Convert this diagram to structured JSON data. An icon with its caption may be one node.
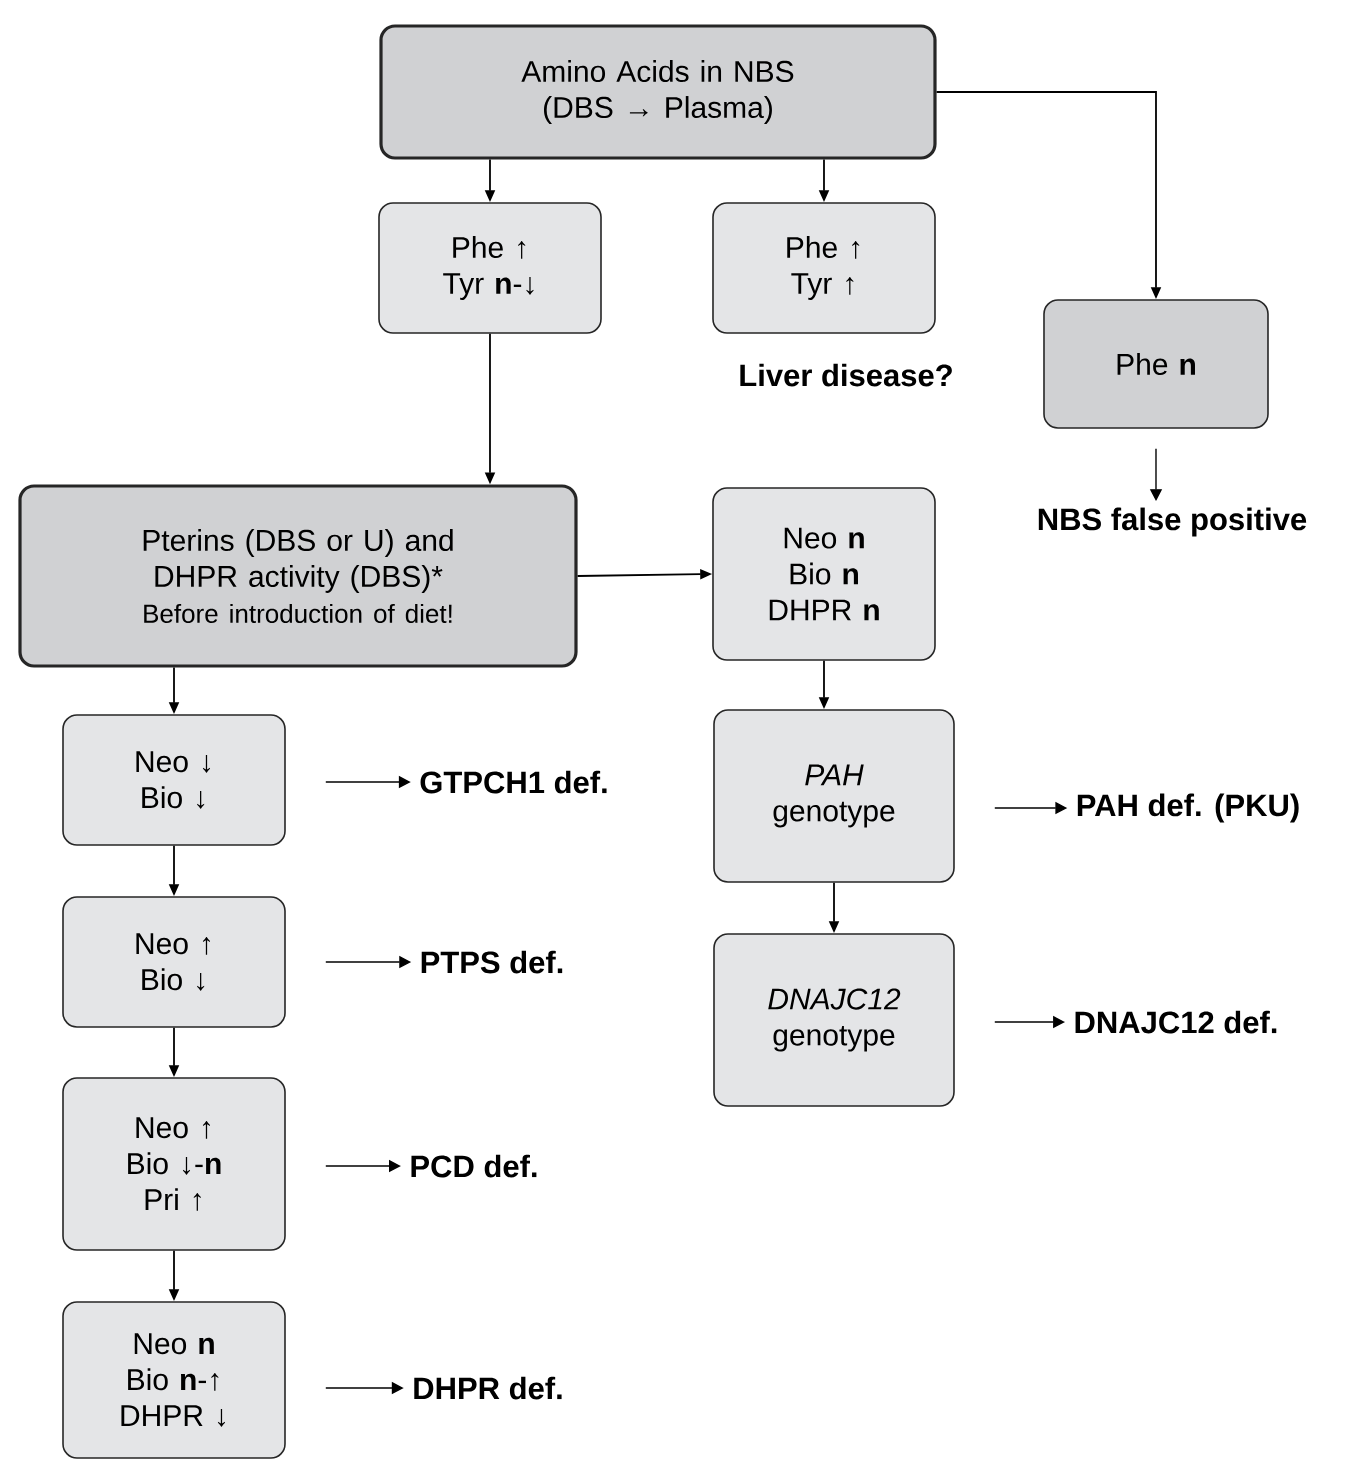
{
  "diagram": {
    "nodes": [
      {
        "text": [
          "Amino Acids in NBS (DBS → Plasma)"
        ]
      },
      {
        "text": [
          "Phe ↑",
          "Tyr **n**-↓"
        ]
      },
      {
        "text": [
          "Phe ↑",
          "Tyr ↑"
        ],
        "beside": [
          "Liver disease?"
        ]
      },
      {
        "text": [
          "Phe **n**"
        ]
      },
      {
        "text": [
          "NBS false positive"
        ]
      },
      {
        "text": [
          "Pterins (DBS or U) and DHPR activity (DBS)*",
          "Before introduction of diet!"
        ]
      },
      {
        "text": [
          "Neo **n**",
          "Bio **n**",
          "DHPR **n**"
        ]
      },
      {
        "text": [
          "Neo ↓",
          "Bio ↓"
        ]
      },
      {
        "text": [
          "GTPCH1 def."
        ]
      },
      {
        "text": [
          "*PAH* genotype"
        ]
      },
      {
        "text": [
          "PAH def. (PKU)"
        ]
      },
      {
        "text": [
          "Neo ↑",
          "Bio ↓"
        ]
      },
      {
        "text": [
          "PTPS def."
        ]
      },
      {
        "text": [
          "*DNAJC12* genotype"
        ]
      },
      {
        "text": [
          "DNAJC12 def."
        ]
      },
      {
        "text": [
          "Neo ↑",
          "Bio ↓-**n**",
          "Pri ↑"
        ]
      },
      {
        "text": [
          "PCD def."
        ]
      },
      {
        "text": [
          "Neo **n**",
          "Bio **n**-↑",
          "DHPR ↓"
        ]
      },
      {
        "text": [
          "DHPR def."
        ]
      }
    ],
    "edges": [
      {
        "from": 0,
        "to": 1,
        "arrow": "to"
      },
      {
        "from": 0,
        "to": 2,
        "arrow": "to"
      },
      {
        "from": 0,
        "to": 3,
        "arrow": "to"
      },
      {
        "from": 3,
        "to": 4,
        "arrow": "to"
      },
      {
        "from": 1,
        "to": 5,
        "arrow": "to"
      },
      {
        "from": 5,
        "to": 6,
        "arrow": "to"
      },
      {
        "from": 5,
        "to": 7,
        "arrow": "to"
      },
      {
        "from": 6,
        "to": 9,
        "arrow": "to"
      },
      {
        "from": 7,
        "to": 8,
        "arrow": "to"
      },
      {
        "from": 7,
        "to": 11,
        "arrow": "to"
      },
      {
        "from": 9,
        "to": 10,
        "arrow": "to"
      },
      {
        "from": 9,
        "to": 13,
        "arrow": "to"
      },
      {
        "from": 11,
        "to": 12,
        "arrow": "to"
      },
      {
        "from": 11,
        "to": 15,
        "arrow": "to"
      },
      {
        "from": 13,
        "to": 14,
        "arrow": "to"
      },
      {
        "from": 15,
        "to": 16,
        "arrow": "to"
      },
      {
        "from": 15,
        "to": 17,
        "arrow": "to"
      },
      {
        "from": 17,
        "to": 18,
        "arrow": "to"
      }
    ]
  }
}
